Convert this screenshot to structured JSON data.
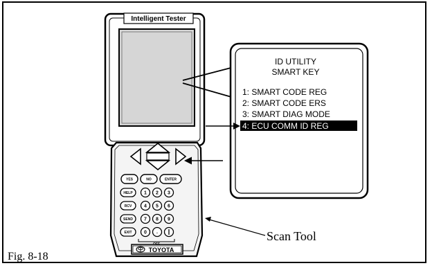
{
  "figure": {
    "caption": "Fig. 8-18",
    "callout_label": "Scan Tool"
  },
  "device": {
    "title": "Intelligent Tester",
    "brand": "TOYOTA",
    "off_label": "OFF",
    "keys": {
      "yes": "YES",
      "no": "NO",
      "enter": "ENTER",
      "help": "HELP",
      "rcv": "RCV",
      "send": "SEND",
      "exit": "EXIT",
      "n1": "1",
      "n2": "2",
      "n3": "3",
      "n4": "4",
      "n5": "5",
      "n6": "6",
      "n7": "7",
      "n8": "8",
      "n9": "9",
      "n0": "0",
      "dot": "."
    }
  },
  "screen_zoom": {
    "title_line1": "ID UTILITY",
    "title_line2": "SMART KEY",
    "menu": [
      "1: SMART CODE REG",
      "2: SMART CODE ERS",
      "3: SMART DIAG MODE",
      "4: ECU COMM ID REG"
    ],
    "selected_index": 3
  },
  "colors": {
    "ink": "#000000",
    "paper": "#ffffff",
    "screen_fill": "#d9d9d9",
    "keypad_fill": "#ececec"
  }
}
